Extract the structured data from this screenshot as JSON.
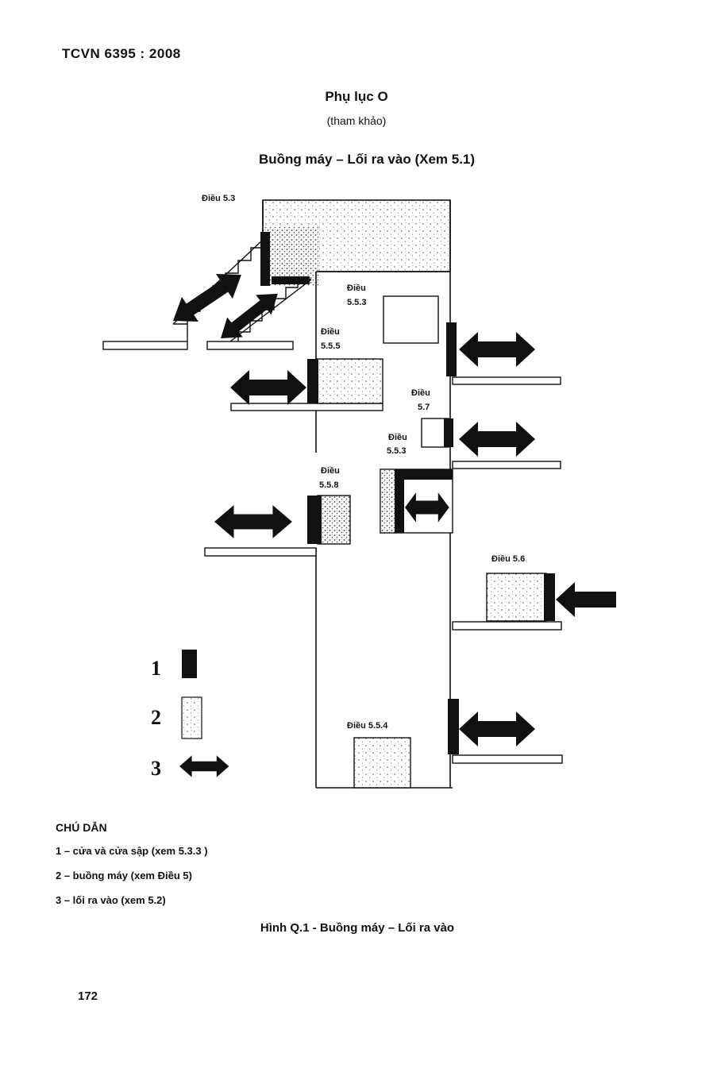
{
  "header": {
    "standard": "TCVN 6395 : 2008"
  },
  "annex": {
    "title": "Phụ lục O",
    "subtitle": "(tham khảo)"
  },
  "figure": {
    "title": "Buồng máy – Lối ra vào (Xem 5.1)",
    "labels": {
      "dieu_53": "Điều 5.3",
      "dieu": "Điều",
      "n_553": "5.5.3",
      "n_555": "5.5.5",
      "n_57": "5.7",
      "n_558": "5.5.8",
      "dieu_56": "Điều 5.6",
      "dieu_554": "Điều 5.5.4"
    },
    "legend_numbers": [
      "1",
      "2",
      "3"
    ]
  },
  "legend": {
    "heading": "CHÚ DẪN",
    "items": [
      "1 – cửa và cửa sập  (xem 5.3.3 )",
      "2 –  buồng máy (xem Điều 5)",
      "3 – lối ra vào (xem 5.2)"
    ]
  },
  "caption": "Hình Q.1 - Buồng máy – Lối ra vào",
  "page_number": "172"
}
